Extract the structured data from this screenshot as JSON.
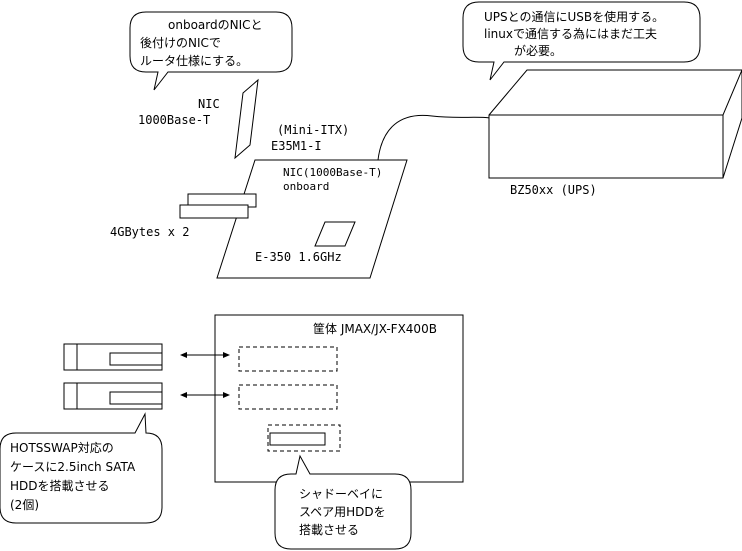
{
  "callouts": {
    "nic_router": [
      "onboardのNICと",
      "後付けのNICで",
      "ルータ仕様にする。"
    ],
    "ups_usb": [
      "UPSとの通信にUSBを使用する。",
      "linuxで通信する為にはまだ工夫",
      "が必要。"
    ],
    "hotswap": [
      "HOTSSWAP対応の",
      "ケースに2.5inch SATA",
      "HDDを搭載させる",
      "(2個)"
    ],
    "shadow_bay": [
      "シャドーベイに",
      "スペア用HDDを",
      "搭載させる"
    ]
  },
  "labels": {
    "nic_card": [
      "NIC",
      "1000Base-T"
    ],
    "mobo_form": "(Mini-ITX)",
    "mobo_model": "E35M1-I",
    "onboard_nic": [
      "NIC(1000Base-T)",
      "onboard"
    ],
    "ram": "4GBytes x 2",
    "cpu": "E-350 1.6GHz",
    "ups": "BZ50xx (UPS)",
    "case": "筐体 JMAX/JX-FX400B"
  }
}
